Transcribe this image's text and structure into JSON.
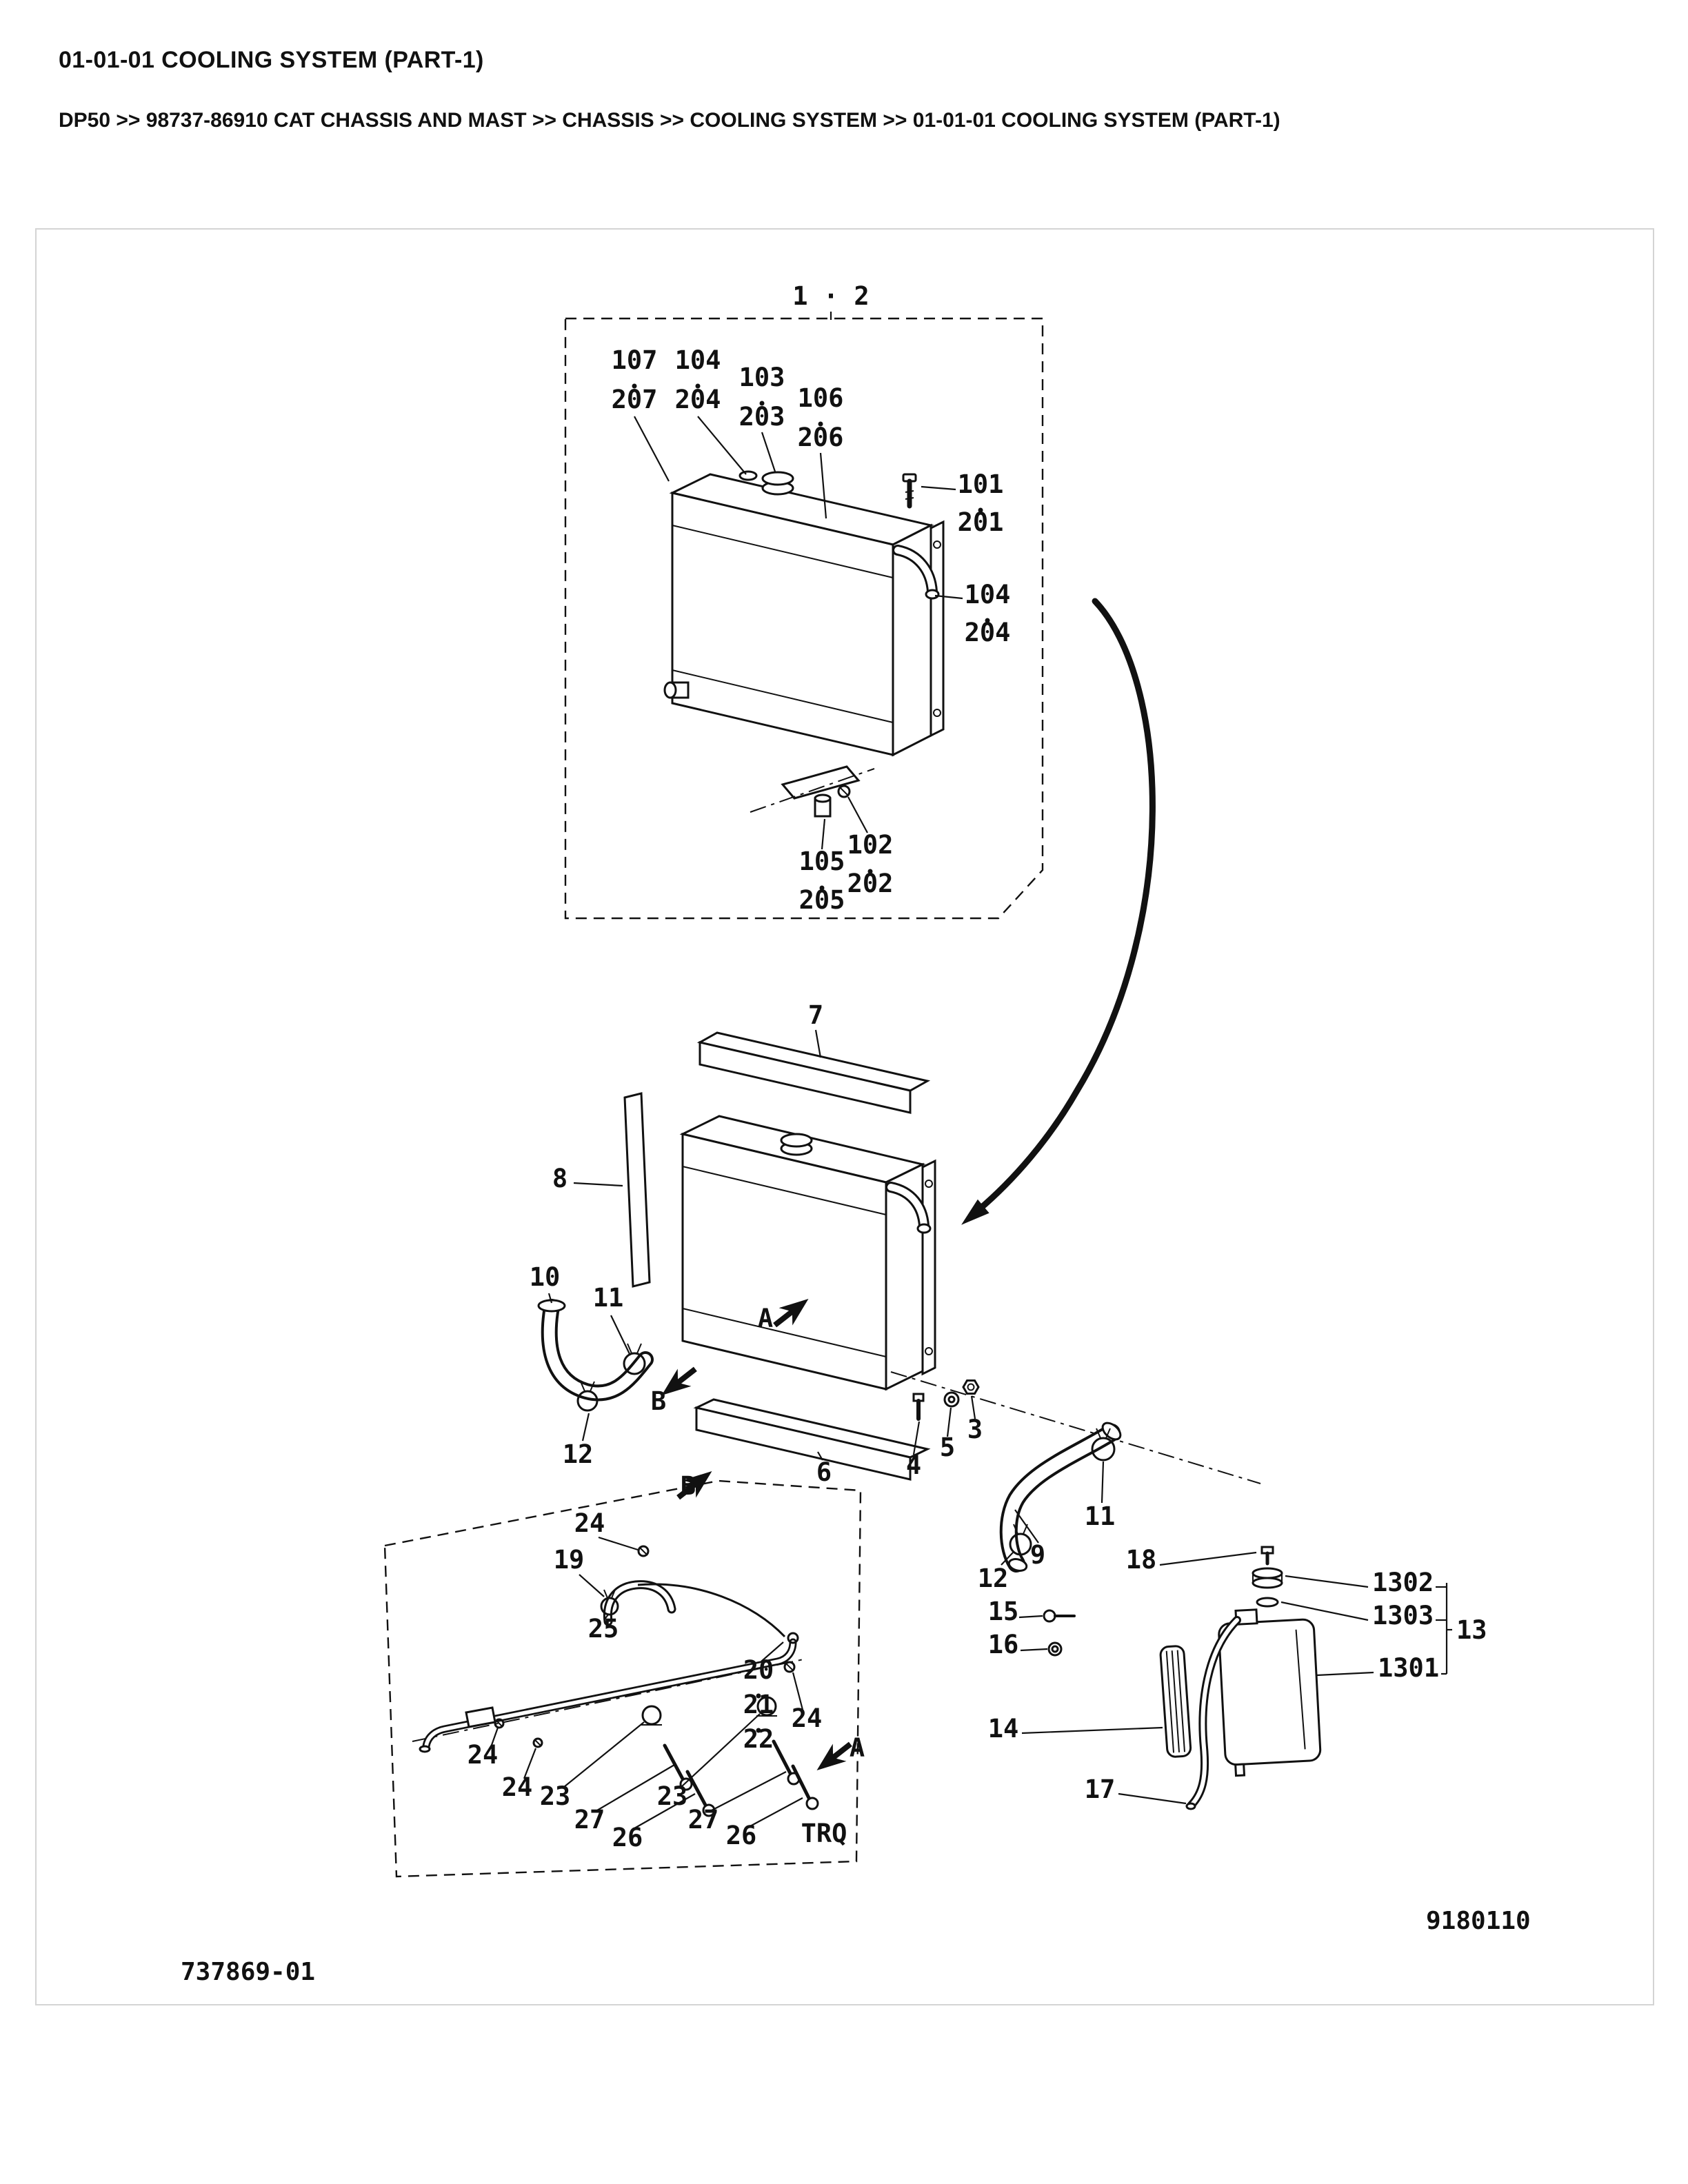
{
  "header": {
    "title": "01-01-01 COOLING SYSTEM (PART-1)",
    "breadcrumb": "DP50 >> 98737-86910 CAT CHASSIS AND MAST >> CHASSIS >> COOLING SYSTEM >> 01-01-01 COOLING SYSTEM (PART-1)"
  },
  "footer": {
    "doc_number": "737869-01",
    "figure_number": "9180110"
  },
  "diagram": {
    "assembly_ref": "1 · 2",
    "callouts": {
      "n3": "3",
      "n4": "4",
      "n5": "5",
      "n6": "6",
      "n7": "7",
      "n8": "8",
      "n9": "9",
      "n10": "10",
      "n11": "11",
      "n12": "12",
      "n13": "13",
      "n14": "14",
      "n15": "15",
      "n16": "16",
      "n17": "17",
      "n18": "18",
      "n19": "19",
      "n20": "20",
      "n21": "21",
      "n22": "22",
      "n23": "23",
      "n24": "24",
      "n25": "25",
      "n26": "26",
      "n27": "27",
      "n101": "101",
      "n102": "102",
      "n103": "103",
      "n104": "104",
      "n105": "105",
      "n106": "106",
      "n107": "107",
      "n201": "201",
      "n202": "202",
      "n203": "203",
      "n204": "204",
      "n205": "205",
      "n206": "206",
      "n207": "207",
      "n1301": "1301",
      "n1302": "1302",
      "n1303": "1303",
      "va": "A",
      "vb": "B",
      "trq": "TRQ"
    }
  }
}
